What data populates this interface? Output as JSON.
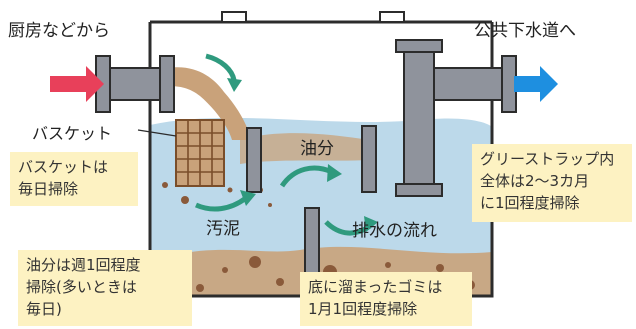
{
  "labels": {
    "inflow": "厨房などから",
    "outflow": "公共下水道へ",
    "basket": "バスケット",
    "oil": "油分",
    "sludge": "汚泥",
    "drain_flow": "排水の流れ"
  },
  "callouts": {
    "basket_daily": [
      "バスケットは",
      "毎日掃除"
    ],
    "trap_cleaning": [
      "グリーストラップ内",
      "全体は2〜3カ月",
      "に1回程度掃除"
    ],
    "oil_weekly": [
      "油分は週1回程度",
      "掃除(多いときは",
      "毎日)"
    ],
    "bottom_trash": [
      "底に溜まったゴミは",
      "1月1回程度掃除"
    ]
  },
  "colors": {
    "inflow_arrow": "#e8405a",
    "outflow_arrow": "#1e8fe0",
    "water": "#bcd9ea",
    "sludge": "#c9a27a",
    "pipe": "#8f939c",
    "tank_outline": "#2c2c2c",
    "flow_arrow": "#2f9a7e",
    "callout_bg": "#fdf2c2"
  },
  "icons": [
    "inflow-arrow-icon",
    "outflow-arrow-icon",
    "flow-arrow-icon",
    "basket-grid-icon"
  ]
}
